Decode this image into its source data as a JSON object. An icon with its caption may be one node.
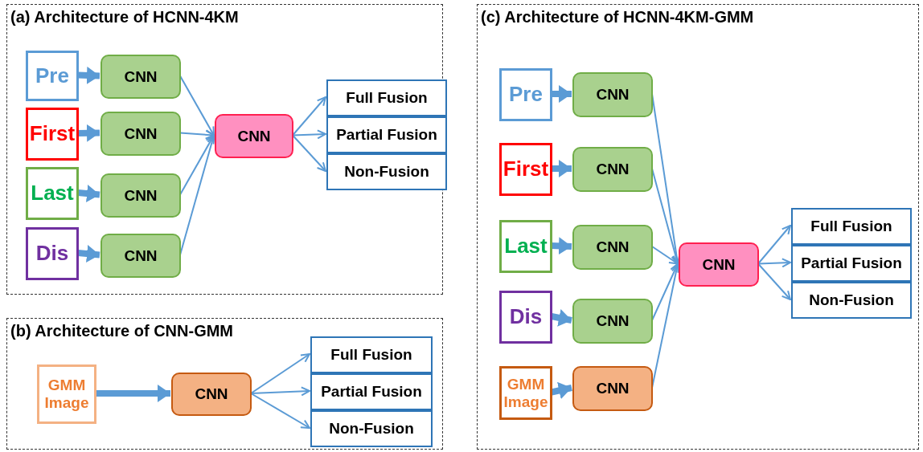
{
  "diagram": {
    "nodes": [
      {
        "text": [
          "(a) Architecture of HCNN-4KM"
        ]
      },
      {
        "text": [
          "Pre"
        ],
        "in": 0
      },
      {
        "text": [
          "CNN"
        ],
        "in": 0
      },
      {
        "text": [
          "First"
        ],
        "in": 0
      },
      {
        "text": [
          "CNN"
        ],
        "in": 0
      },
      {
        "text": [
          "Last"
        ],
        "in": 0
      },
      {
        "text": [
          "CNN"
        ],
        "in": 0
      },
      {
        "text": [
          "Dis"
        ],
        "in": 0
      },
      {
        "text": [
          "CNN"
        ],
        "in": 0
      },
      {
        "text": [
          "CNN"
        ],
        "in": 0
      },
      {
        "text": [
          "Full Fusion"
        ],
        "in": 0
      },
      {
        "text": [
          "Partial Fusion"
        ],
        "in": 0
      },
      {
        "text": [
          "Non-Fusion"
        ],
        "in": 0
      },
      {
        "text": [
          "(b) Architecture of CNN-GMM"
        ]
      },
      {
        "text": [
          "GMM Image"
        ],
        "in": 13
      },
      {
        "text": [
          "CNN"
        ],
        "in": 13
      },
      {
        "text": [
          "Full Fusion"
        ],
        "in": 13
      },
      {
        "text": [
          "Partial Fusion"
        ],
        "in": 13
      },
      {
        "text": [
          "Non-Fusion"
        ],
        "in": 13
      },
      {
        "text": [
          "(c) Architecture of HCNN-4KM-GMM"
        ]
      },
      {
        "text": [
          "Pre"
        ],
        "in": 19
      },
      {
        "text": [
          "CNN"
        ],
        "in": 19
      },
      {
        "text": [
          "First"
        ],
        "in": 19
      },
      {
        "text": [
          "CNN"
        ],
        "in": 19
      },
      {
        "text": [
          "Last"
        ],
        "in": 19
      },
      {
        "text": [
          "CNN"
        ],
        "in": 19
      },
      {
        "text": [
          "Dis"
        ],
        "in": 19
      },
      {
        "text": [
          "CNN"
        ],
        "in": 19
      },
      {
        "text": [
          "GMM Image"
        ],
        "in": 19
      },
      {
        "text": [
          "CNN"
        ],
        "in": 19
      },
      {
        "text": [
          "CNN"
        ],
        "in": 19
      },
      {
        "text": [
          "Full Fusion"
        ],
        "in": 19
      },
      {
        "text": [
          "Partial Fusion"
        ],
        "in": 19
      },
      {
        "text": [
          "Non-Fusion"
        ],
        "in": 19
      }
    ],
    "edges": [
      {
        "from": 1,
        "to": 2,
        "arrow": "to",
        "style": "thick"
      },
      {
        "from": 3,
        "to": 4,
        "arrow": "to",
        "style": "thick"
      },
      {
        "from": 5,
        "to": 6,
        "arrow": "to",
        "style": "thick"
      },
      {
        "from": 7,
        "to": 8,
        "arrow": "to",
        "style": "thick"
      },
      {
        "from": 2,
        "to": 9,
        "arrow": "to"
      },
      {
        "from": 4,
        "to": 9,
        "arrow": "to"
      },
      {
        "from": 6,
        "to": 9,
        "arrow": "to"
      },
      {
        "from": 8,
        "to": 9,
        "arrow": "to"
      },
      {
        "from": 9,
        "to": 10,
        "arrow": "to"
      },
      {
        "from": 9,
        "to": 11,
        "arrow": "to"
      },
      {
        "from": 9,
        "to": 12,
        "arrow": "to"
      },
      {
        "from": 14,
        "to": 15,
        "arrow": "to",
        "style": "thick"
      },
      {
        "from": 15,
        "to": 16,
        "arrow": "to"
      },
      {
        "from": 15,
        "to": 17,
        "arrow": "to"
      },
      {
        "from": 15,
        "to": 18,
        "arrow": "to"
      },
      {
        "from": 20,
        "to": 21,
        "arrow": "to",
        "style": "thick"
      },
      {
        "from": 22,
        "to": 23,
        "arrow": "to",
        "style": "thick"
      },
      {
        "from": 24,
        "to": 25,
        "arrow": "to",
        "style": "thick"
      },
      {
        "from": 26,
        "to": 27,
        "arrow": "to",
        "style": "thick"
      },
      {
        "from": 28,
        "to": 29,
        "arrow": "to",
        "style": "thick"
      },
      {
        "from": 21,
        "to": 30,
        "arrow": "to"
      },
      {
        "from": 23,
        "to": 30,
        "arrow": "to"
      },
      {
        "from": 25,
        "to": 30,
        "arrow": "to"
      },
      {
        "from": 27,
        "to": 30,
        "arrow": "to"
      },
      {
        "from": 29,
        "to": 30,
        "arrow": "to"
      },
      {
        "from": 30,
        "to": 31,
        "arrow": "to"
      },
      {
        "from": 30,
        "to": 32,
        "arrow": "to"
      },
      {
        "from": 30,
        "to": 33,
        "arrow": "to"
      }
    ]
  }
}
